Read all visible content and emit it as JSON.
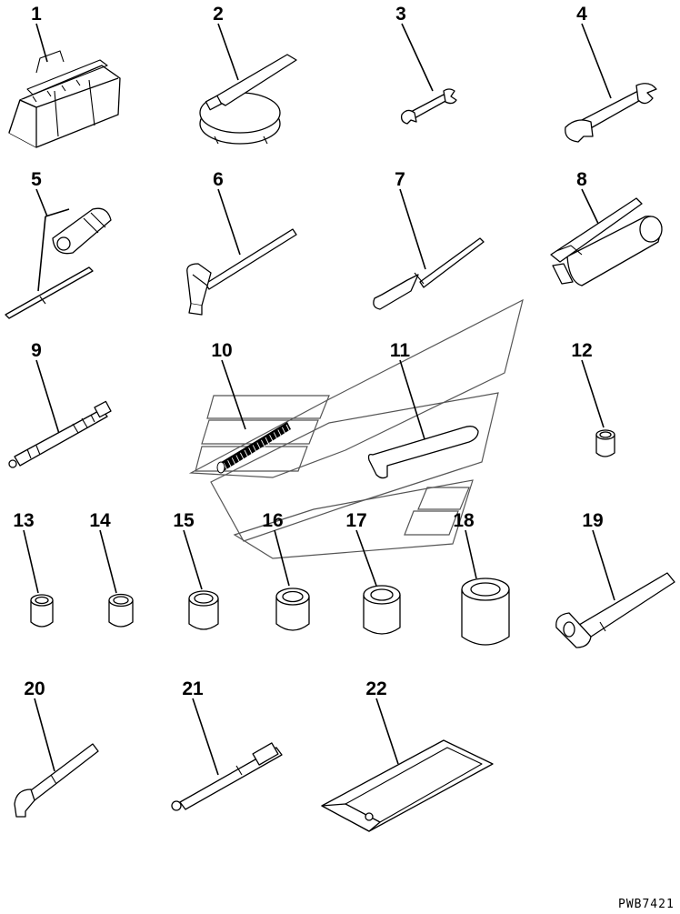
{
  "parts": [
    {
      "id": "1",
      "label": "1",
      "tool": "tool-bag-icon"
    },
    {
      "id": "2",
      "label": "2",
      "tool": "filter-wrench-icon"
    },
    {
      "id": "3",
      "label": "3",
      "tool": "small-wrench-icon"
    },
    {
      "id": "4",
      "label": "4",
      "tool": "large-wrench-icon"
    },
    {
      "id": "5",
      "label": "5",
      "tool": "screwdriver-set-icon"
    },
    {
      "id": "6",
      "label": "6",
      "tool": "hammer-icon"
    },
    {
      "id": "7",
      "label": "7",
      "tool": "pry-bar-icon"
    },
    {
      "id": "8",
      "label": "8",
      "tool": "grease-gun-icon"
    },
    {
      "id": "9",
      "label": "9",
      "tool": "extension-bar-icon"
    },
    {
      "id": "10",
      "label": "10",
      "tool": "spring-icon"
    },
    {
      "id": "11",
      "label": "11",
      "tool": "hex-key-icon"
    },
    {
      "id": "12",
      "label": "12",
      "tool": "socket-icon"
    },
    {
      "id": "13",
      "label": "13",
      "tool": "socket-icon"
    },
    {
      "id": "14",
      "label": "14",
      "tool": "socket-icon"
    },
    {
      "id": "15",
      "label": "15",
      "tool": "socket-icon"
    },
    {
      "id": "16",
      "label": "16",
      "tool": "socket-icon"
    },
    {
      "id": "17",
      "label": "17",
      "tool": "socket-icon"
    },
    {
      "id": "18",
      "label": "18",
      "tool": "socket-icon"
    },
    {
      "id": "19",
      "label": "19",
      "tool": "box-wrench-icon"
    },
    {
      "id": "20",
      "label": "20",
      "tool": "l-handle-icon"
    },
    {
      "id": "21",
      "label": "21",
      "tool": "ratchet-icon"
    },
    {
      "id": "22",
      "label": "22",
      "tool": "tool-case-icon"
    }
  ],
  "drawing_code": "PWB7421"
}
